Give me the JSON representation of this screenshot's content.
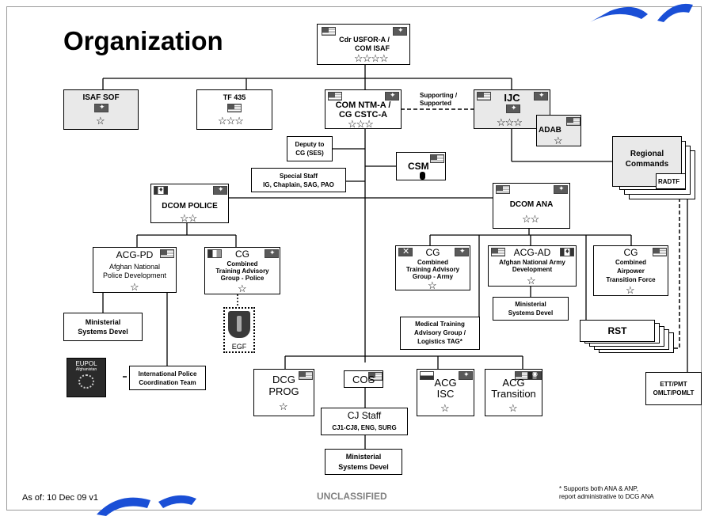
{
  "title": "Organization",
  "top": {
    "line1": "Cdr USFOR-A /",
    "line2": "COM ISAF",
    "stars": "☆☆☆☆"
  },
  "isaf_sof": {
    "label": "ISAF SOF",
    "stars": "☆"
  },
  "tf435": {
    "label": "TF 435",
    "stars": "☆☆☆"
  },
  "ntm": {
    "line1": "COM NTM-A /",
    "line2": "CG CSTC-A",
    "stars": "☆☆☆"
  },
  "supporting": {
    "line1": "Supporting /",
    "line2": "Supported"
  },
  "ijc": {
    "label": "IJC",
    "stars": "☆☆☆"
  },
  "adab": {
    "label": "ADAB",
    "stars": "☆"
  },
  "regional": {
    "line1": "Regional",
    "line2": "Commands",
    "radtf": "RADTF"
  },
  "deputy": {
    "line1": "Deputy to",
    "line2": "CG (SES)"
  },
  "csm": {
    "label": "CSM"
  },
  "special_staff": {
    "line1": "Special Staff",
    "line2": "IG, Chaplain, SAG, PAO"
  },
  "dcom_police": {
    "label": "DCOM POLICE",
    "stars": "☆☆"
  },
  "dcom_ana": {
    "label": "DCOM ANA",
    "stars": "☆☆"
  },
  "acg_pd": {
    "title": "ACG-PD",
    "line1": "Afghan National",
    "line2": "Police Development",
    "stars": "☆"
  },
  "ctag_p": {
    "title": "CG",
    "line1": "Combined",
    "line2": "Training Advisory",
    "line3": "Group - Police",
    "stars": "☆"
  },
  "ctag_a": {
    "title": "CG",
    "line1": "Combined",
    "line2": "Training Advisory",
    "line3": "Group - Army",
    "stars": "☆"
  },
  "acg_ad": {
    "title": "ACG-AD",
    "line1": "Afghan National Army",
    "line2": "Development",
    "stars": "☆"
  },
  "catf": {
    "title": "CG",
    "line1": "Combined",
    "line2": "Airpower",
    "line3": "Transition Force",
    "stars": "☆"
  },
  "msd_left": {
    "line1": "Ministerial",
    "line2": "Systems Devel"
  },
  "msd_mid": {
    "line1": "Ministerial",
    "line2": "Systems Devel"
  },
  "msd_bottom": {
    "line1": "Ministerial",
    "line2": "Systems Devel"
  },
  "egf": {
    "label": "EGF"
  },
  "medical": {
    "line1": "Medical Training",
    "line2": "Advisory Group /",
    "line3": "Logistics TAG*"
  },
  "rst": {
    "label": "RST"
  },
  "eupol": {
    "line1": "EUPOL",
    "line2": "Afghanistan"
  },
  "ipct": {
    "line1": "International Police",
    "line2": "Coordination Team"
  },
  "dcg_prog": {
    "line1": "DCG",
    "line2": "PROG",
    "stars": "☆"
  },
  "cos": {
    "label": "COS"
  },
  "acg_isc": {
    "line1": "ACG",
    "line2": "ISC",
    "stars": "☆"
  },
  "acg_transition": {
    "line1": "ACG",
    "line2": "Transition",
    "stars": "☆"
  },
  "cj_staff": {
    "line1": "CJ Staff",
    "line2": "CJ1-CJ8, ENG, SURG"
  },
  "ett": {
    "line1": "ETT/PMT",
    "line2": "OMLT/POMLT"
  },
  "footer": {
    "as_of": "As of: 10 Dec 09 v1",
    "classification": "UNCLASSIFIED",
    "note1": "* Supports both ANA & ANP,",
    "note2": "report administrative to DCG ANA"
  },
  "watermark_color": "#1a4fd6"
}
